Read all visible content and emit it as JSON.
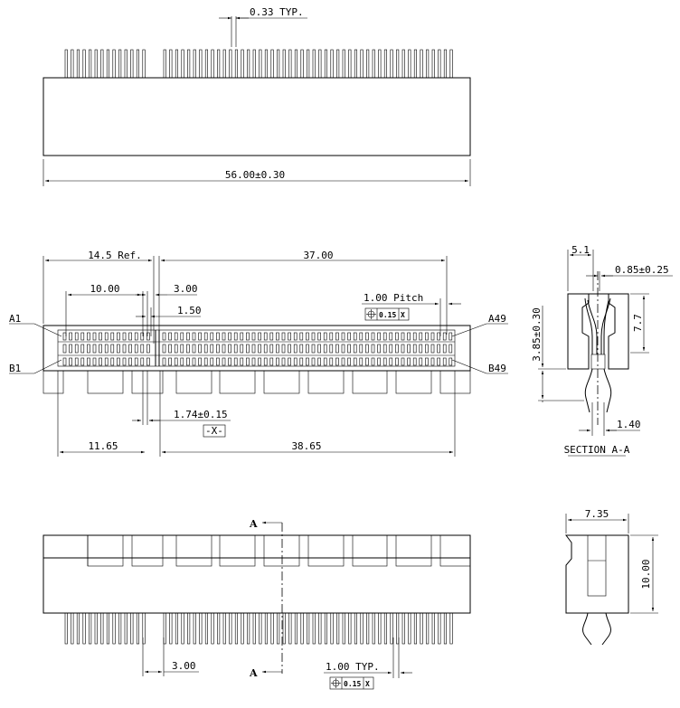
{
  "top_view": {
    "pin_pitch_label": "0.33 TYP.",
    "length_label": "56.00±0.30"
  },
  "middle_view": {
    "ref_label": "14.5 Ref.",
    "length_37_label": "37.00",
    "dim_10_label": "10.00",
    "dim_3_label": "3.00",
    "dim_150_label": "1.50",
    "pitch_label": "1.00 Pitch",
    "tol_label": "0.15",
    "datum_label": "X",
    "pin_a1": "A1",
    "pin_b1": "B1",
    "pin_a49": "A49",
    "pin_b49": "B49",
    "key_label": "1.74±0.15",
    "key_datum": "-X-",
    "dim_1165_label": "11.65",
    "dim_3865_label": "38.65"
  },
  "section_view": {
    "dim_51_label": "5.1",
    "dim_085_label": "0.85±0.25",
    "dim_77_label": "7.7",
    "dim_385_label": "3.85±0.30",
    "dim_140_label": "1.40",
    "title": "SECTION A-A"
  },
  "bottom_view": {
    "section_mark_top": "A",
    "section_mark_bottom": "A",
    "dim_3_label": "3.00",
    "pitch_label": "1.00 TYP.",
    "tol_label": "0.15",
    "datum_label": "X"
  },
  "side_view": {
    "width_label": "7.35",
    "height_label": "10.00"
  }
}
